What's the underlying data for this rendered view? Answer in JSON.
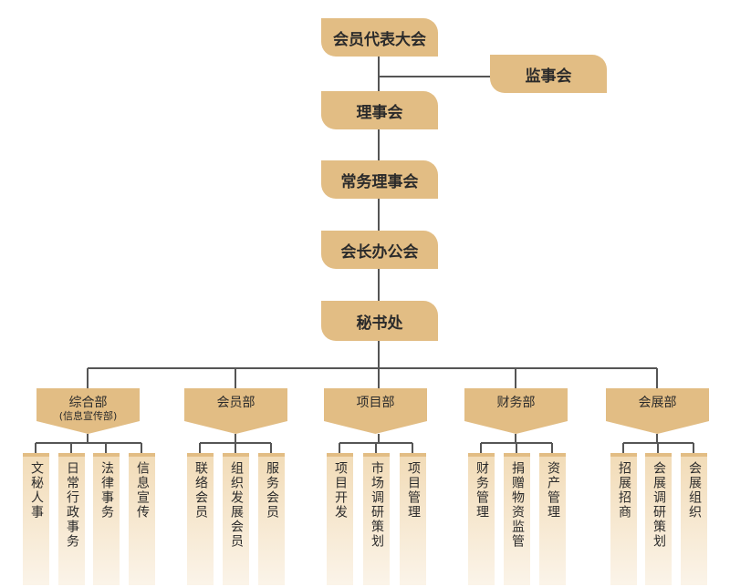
{
  "chain": {
    "assembly": "会员代表大会",
    "supervisory": "监事会",
    "council": "理事会",
    "standing_council": "常务理事会",
    "president_office": "会长办公会",
    "secretariat": "秘书处"
  },
  "departments": [
    {
      "name": "综合部",
      "sub": "(信息宣传部)",
      "units": [
        "文秘人事",
        "日常行政事务",
        "法律事务",
        "信息宣传"
      ]
    },
    {
      "name": "会员部",
      "units": [
        "联络会员",
        "组织发展会员",
        "服务会员"
      ]
    },
    {
      "name": "项目部",
      "units": [
        "项目开发",
        "市场调研策划",
        "项目管理"
      ]
    },
    {
      "name": "财务部",
      "units": [
        "财务管理",
        "捐赠物资监管",
        "资产管理"
      ]
    },
    {
      "name": "会展部",
      "units": [
        "招展招商",
        "会展调研策划",
        "会展组织"
      ]
    }
  ],
  "colors": {
    "box": "#e2bd84",
    "sub_top": "#f2dcb8",
    "sub_bottom": "#fbf4e9",
    "line": "#555555"
  }
}
